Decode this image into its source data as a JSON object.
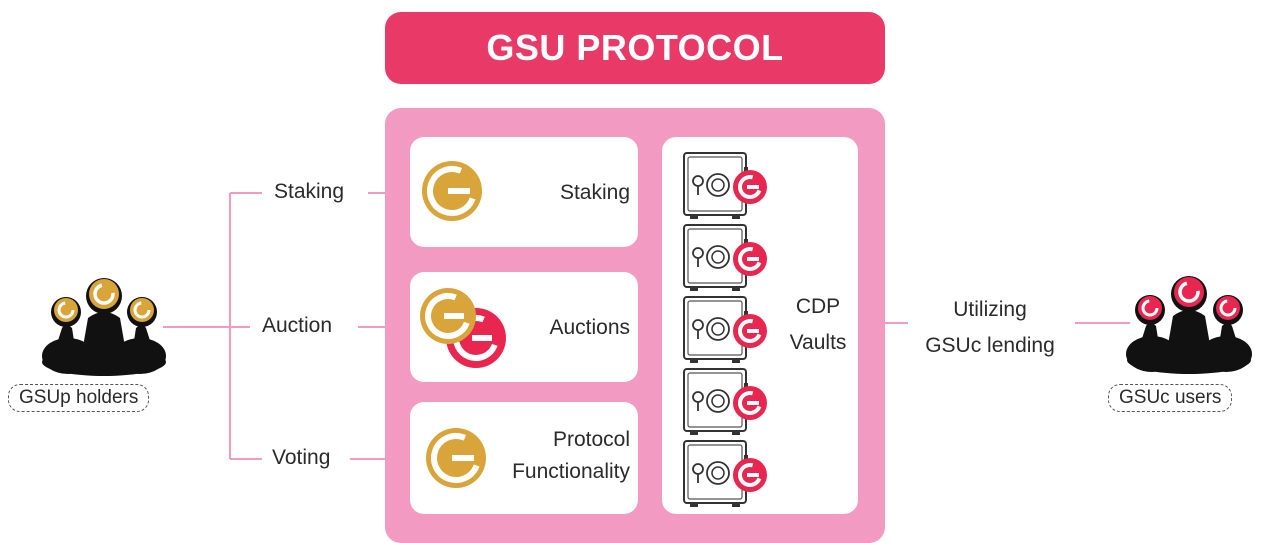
{
  "title": "GSU PROTOCOL",
  "left_group": {
    "holders_label": "GSUp holders",
    "branches": [
      "Staking",
      "Auction",
      "Voting"
    ]
  },
  "modules": [
    {
      "label": "Staking",
      "icon": "gold-g-coin-icon"
    },
    {
      "label": "Auctions",
      "icon": "gold-and-red-g-coins-icon"
    },
    {
      "label_line1": "Protocol",
      "label_line2": "Functionality",
      "icon": "gold-g-coin-icon"
    }
  ],
  "vaults": {
    "line1": "CDP",
    "line2": "Vaults",
    "count": 5,
    "icon": "safe-with-red-g-coin-icon"
  },
  "right_group": {
    "action_line1": "Utilizing",
    "action_line2": "GSUc lending",
    "users_label": "GSUc users"
  },
  "colors": {
    "title_bg": "#e93a67",
    "panel_bg": "#f29ac2",
    "connector": "#f29ac2",
    "gold": "#d9a53a",
    "red": "#e8264f"
  }
}
